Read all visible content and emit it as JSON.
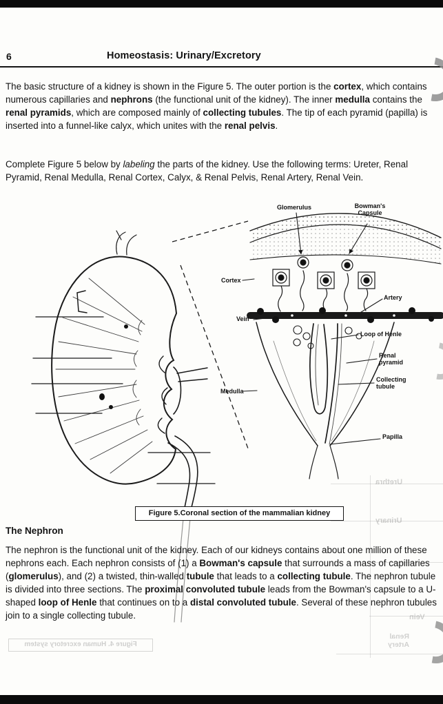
{
  "header": {
    "page_number": "6",
    "title": "Homeostasis: Urinary/Excretory"
  },
  "intro": {
    "segments": [
      {
        "t": "The basic structure of a kidney is shown in the Figure 5. The outer portion is the "
      },
      {
        "t": "cortex",
        "b": true
      },
      {
        "t": ", which contains numerous capillaries and "
      },
      {
        "t": "nephrons",
        "b": true
      },
      {
        "t": " (the functional unit of the kidney). The inner "
      },
      {
        "t": "medulla",
        "b": true
      },
      {
        "t": " contains the "
      },
      {
        "t": "renal pyramids",
        "b": true
      },
      {
        "t": ", which are composed mainly of "
      },
      {
        "t": "collecting tubules",
        "b": true
      },
      {
        "t": ". The tip of each pyramid (papilla) is inserted into a funnel-like calyx, which unites with the "
      },
      {
        "t": "renal pelvis",
        "b": true
      },
      {
        "t": "."
      }
    ]
  },
  "instructions": {
    "segments": [
      {
        "t": "Complete Figure 5 below by "
      },
      {
        "t": "labeling",
        "i": true
      },
      {
        "t": " the parts of the kidney. Use the following terms: Ureter, Renal Pyramid, Renal Medulla, Renal Cortex, Calyx, & Renal Pelvis, Renal Artery, Renal Vein."
      }
    ]
  },
  "figure": {
    "caption": "Figure 5.Coronal section of the mammalian kidney",
    "labels": {
      "glomerulus": "Glomerulus",
      "bowmans_capsule": "Bowman's Capsule",
      "cortex": "Cortex",
      "artery": "Artery",
      "vein": "Vein",
      "loop_of_henle": "Loop of Henle",
      "renal_pyramid": "Renal pyramid",
      "collecting_tubule": "Collecting tubule",
      "medulla": "Medulla",
      "papilla": "Papilla"
    }
  },
  "nephron": {
    "heading": "The Nephron",
    "segments": [
      {
        "t": "The nephron is the functional unit of the kidney. Each of our kidneys contains about one million of these nephrons each. Each nephron consists of (1) a "
      },
      {
        "t": "Bowman's capsule",
        "b": true
      },
      {
        "t": " that surrounds a mass of capillaries ("
      },
      {
        "t": "glomerulus",
        "b": true
      },
      {
        "t": "), and (2) a twisted, thin-walled "
      },
      {
        "t": "tubule",
        "b": true
      },
      {
        "t": " that leads to a "
      },
      {
        "t": "collecting tubule",
        "b": true
      },
      {
        "t": ". The nephron tubule is divided into three sections. The "
      },
      {
        "t": "proximal convoluted tubule",
        "b": true
      },
      {
        "t": " leads from the Bowman's capsule to a U-shaped "
      },
      {
        "t": "loop of Henle",
        "b": true
      },
      {
        "t": " that continues on to a "
      },
      {
        "t": "distal convoluted tubule",
        "b": true
      },
      {
        "t": ". Several of these nephron tubules join to a single collecting tubule."
      }
    ]
  },
  "bleedthrough": {
    "urethra": "Urethra",
    "urinary": "Urinary",
    "vein": "Vein",
    "renal_artery": "Renal Artery",
    "figure4_caption": "Figure 4. Human excretory system"
  }
}
